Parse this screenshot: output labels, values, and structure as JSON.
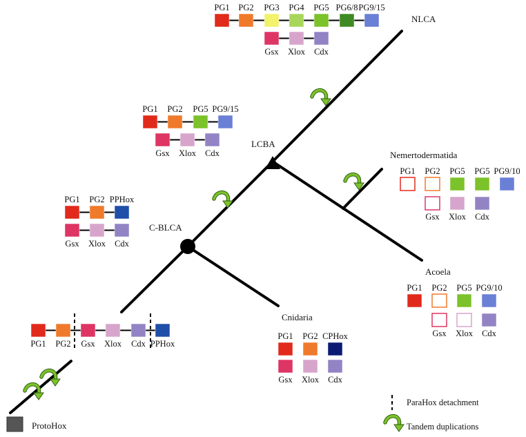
{
  "nodes": {
    "nlca": "NLCA",
    "lcba": "LCBA",
    "cblca": "C-BLCA",
    "nemertodermatida": "Nemertodermatida",
    "acoela": "Acoela",
    "cnidaria": "Cnidaria",
    "protohox": "ProtoHox"
  },
  "legend": {
    "parahox": "ParaHox detachment",
    "tandem": "Tandem duplications"
  },
  "colors": {
    "pg1": "#e12a1b",
    "pg2": "#f07a2b",
    "pg3": "#f2f26b",
    "pg4": "#a8d65a",
    "pg5": "#7cc22a",
    "pg68": "#3f8a22",
    "pg915": "#6a7fd6",
    "pphox": "#1f4fa8",
    "cphox": "#0b1a73",
    "gsx": "#de3564",
    "xlox": "#d7a5cb",
    "cdx": "#9284c4",
    "protohox": "#555555",
    "arrow": "#7cc22a"
  },
  "groups": {
    "nlca_hox": [
      {
        "label": "PG1",
        "color": "pg1",
        "type": "filled"
      },
      {
        "label": "PG2",
        "color": "pg2",
        "type": "filled"
      },
      {
        "label": "PG3",
        "color": "pg3",
        "type": "filled"
      },
      {
        "label": "PG4",
        "color": "pg4",
        "type": "filled"
      },
      {
        "label": "PG5",
        "color": "pg5",
        "type": "filled"
      },
      {
        "label": "PG6/8",
        "color": "pg68",
        "type": "filled"
      },
      {
        "label": "PG9/15",
        "color": "pg915",
        "type": "filled"
      }
    ],
    "nlca_parahox": [
      {
        "label": "Gsx",
        "color": "gsx",
        "type": "filled"
      },
      {
        "label": "Xlox",
        "color": "xlox",
        "type": "filled"
      },
      {
        "label": "Cdx",
        "color": "cdx",
        "type": "filled"
      }
    ],
    "lcba_hox": [
      {
        "label": "PG1",
        "color": "pg1",
        "type": "filled"
      },
      {
        "label": "PG2",
        "color": "pg2",
        "type": "filled"
      },
      {
        "label": "PG5",
        "color": "pg5",
        "type": "filled"
      },
      {
        "label": "PG9/15",
        "color": "pg915",
        "type": "filled"
      }
    ],
    "lcba_parahox": [
      {
        "label": "Gsx",
        "color": "gsx",
        "type": "filled"
      },
      {
        "label": "Xlox",
        "color": "xlox",
        "type": "filled"
      },
      {
        "label": "Cdx",
        "color": "cdx",
        "type": "filled"
      }
    ],
    "cblca_hox": [
      {
        "label": "PG1",
        "color": "pg1",
        "type": "filled"
      },
      {
        "label": "PG2",
        "color": "pg2",
        "type": "filled"
      },
      {
        "label": "PPHox",
        "color": "pphox",
        "type": "filled"
      }
    ],
    "cblca_parahox": [
      {
        "label": "Gsx",
        "color": "gsx",
        "type": "filled"
      },
      {
        "label": "Xlox",
        "color": "xlox",
        "type": "filled"
      },
      {
        "label": "Cdx",
        "color": "cdx",
        "type": "filled"
      }
    ],
    "nemerto_hox": [
      {
        "label": "PG1",
        "color": "pg1",
        "type": "outline"
      },
      {
        "label": "PG2",
        "color": "pg2",
        "type": "outline"
      },
      {
        "label": "PG5",
        "color": "pg5",
        "type": "filled"
      },
      {
        "label": "PG5",
        "color": "pg5",
        "type": "filled"
      },
      {
        "label": "PG9/10",
        "color": "pg915",
        "type": "filled"
      }
    ],
    "nemerto_parahox": [
      {
        "label": "Gsx",
        "color": "gsx",
        "type": "outline"
      },
      {
        "label": "Xlox",
        "color": "xlox",
        "type": "filled"
      },
      {
        "label": "Cdx",
        "color": "cdx",
        "type": "filled"
      }
    ],
    "acoela_hox": [
      {
        "label": "PG1",
        "color": "pg1",
        "type": "filled"
      },
      {
        "label": "PG2",
        "color": "pg2",
        "type": "outline"
      },
      {
        "label": "PG5",
        "color": "pg5",
        "type": "filled"
      },
      {
        "label": "PG9/10",
        "color": "pg915",
        "type": "filled"
      }
    ],
    "acoela_parahox": [
      {
        "label": "Gsx",
        "color": "gsx",
        "type": "outline"
      },
      {
        "label": "Xlox",
        "color": "xlox",
        "type": "outline"
      },
      {
        "label": "Cdx",
        "color": "cdx",
        "type": "filled"
      }
    ],
    "cnidaria_hox": [
      {
        "label": "PG1",
        "color": "pg1",
        "type": "filled"
      },
      {
        "label": "PG2",
        "color": "pg2",
        "type": "filled"
      },
      {
        "label": "CPHox",
        "color": "cphox",
        "type": "filled"
      }
    ],
    "cnidaria_parahox": [
      {
        "label": "Gsx",
        "color": "gsx",
        "type": "filled"
      },
      {
        "label": "Xlox",
        "color": "xlox",
        "type": "filled"
      },
      {
        "label": "Cdx",
        "color": "cdx",
        "type": "filled"
      }
    ],
    "ancestral": [
      {
        "label": "PG1",
        "color": "pg1",
        "type": "filled"
      },
      {
        "label": "PG2",
        "color": "pg2",
        "type": "filled"
      },
      {
        "label": "Gsx",
        "color": "gsx",
        "type": "filled"
      },
      {
        "label": "Xlox",
        "color": "xlox",
        "type": "filled"
      },
      {
        "label": "Cdx",
        "color": "cdx",
        "type": "filled"
      },
      {
        "label": "PPHox",
        "color": "pphox",
        "type": "filled"
      }
    ]
  }
}
